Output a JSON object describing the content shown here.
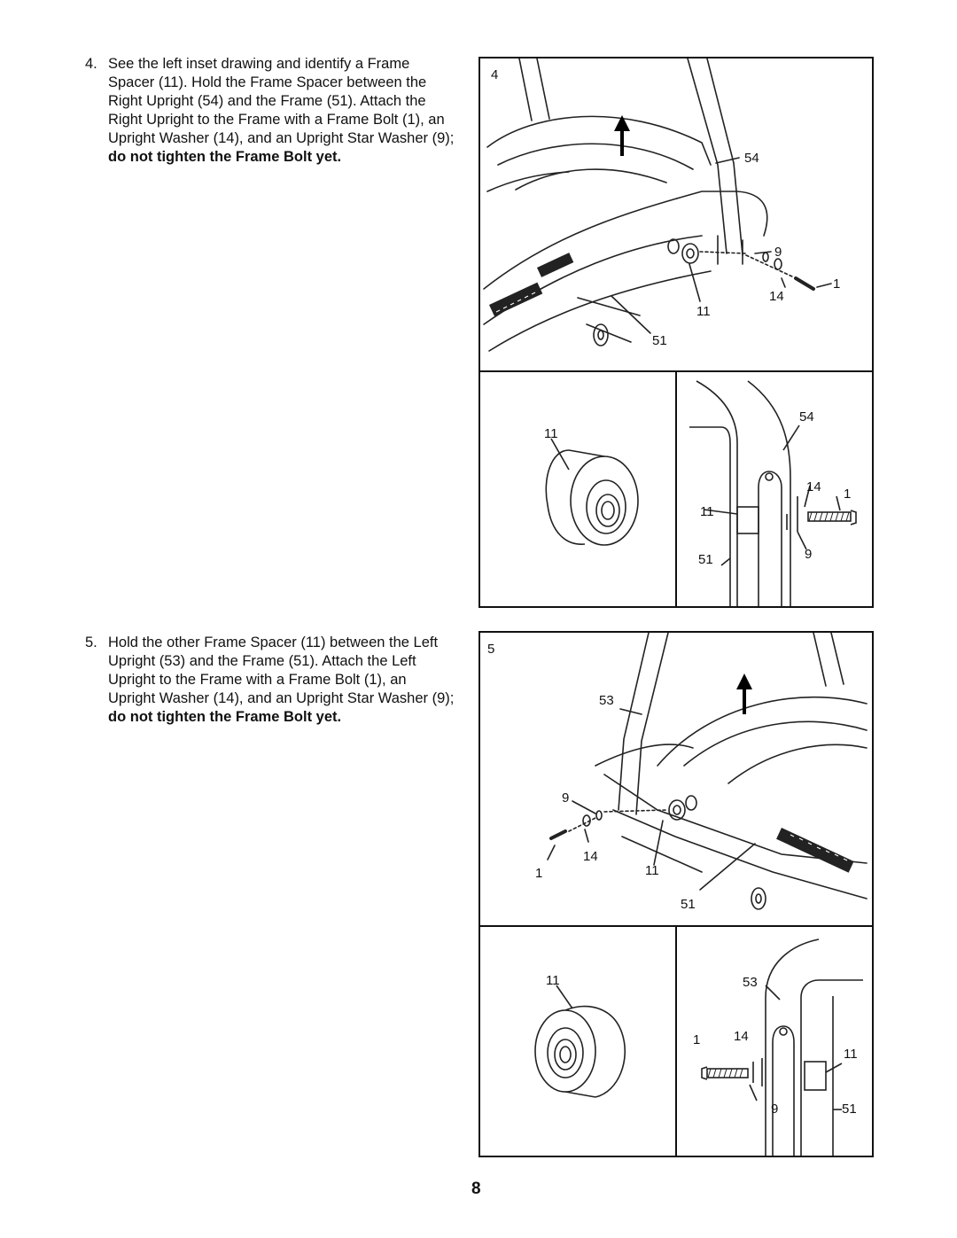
{
  "steps": [
    {
      "number": "4.",
      "text": "See the left inset drawing and identify a Frame Spacer (11). Hold the Frame Spacer between the Right Upright (54) and the Frame (51). Attach the Right Upright to the Frame with a Frame Bolt (1), an Upright Washer (14), and an Upright Star Washer (9); ",
      "bold": "do not tighten the Frame Bolt yet.",
      "figure_number": "4",
      "main_labels": {
        "upright": "54",
        "star_washer": "9",
        "bolt": "1",
        "washer": "14",
        "spacer": "11",
        "frame": "51"
      },
      "inset_left_label": "11",
      "inset_right_labels": {
        "upright": "54",
        "washer": "14",
        "bolt": "1",
        "spacer": "11",
        "frame": "51",
        "star_washer": "9"
      }
    },
    {
      "number": "5.",
      "text": "Hold the other Frame Spacer (11) between the Left Upright (53) and the Frame (51). Attach the Left Upright to the Frame with a Frame Bolt (1), an Upright Washer (14), and an Upright Star Washer (9); ",
      "bold": "do not tighten the Frame Bolt yet.",
      "figure_number": "5",
      "main_labels": {
        "upright": "53",
        "star_washer": "9",
        "washer": "14",
        "bolt": "1",
        "spacer": "11",
        "frame": "51"
      },
      "inset_left_label": "11",
      "inset_right_labels": {
        "upright": "53",
        "bolt": "1",
        "washer": "14",
        "spacer": "11",
        "star_washer": "9",
        "frame": "51"
      }
    }
  ],
  "page_number": "8"
}
